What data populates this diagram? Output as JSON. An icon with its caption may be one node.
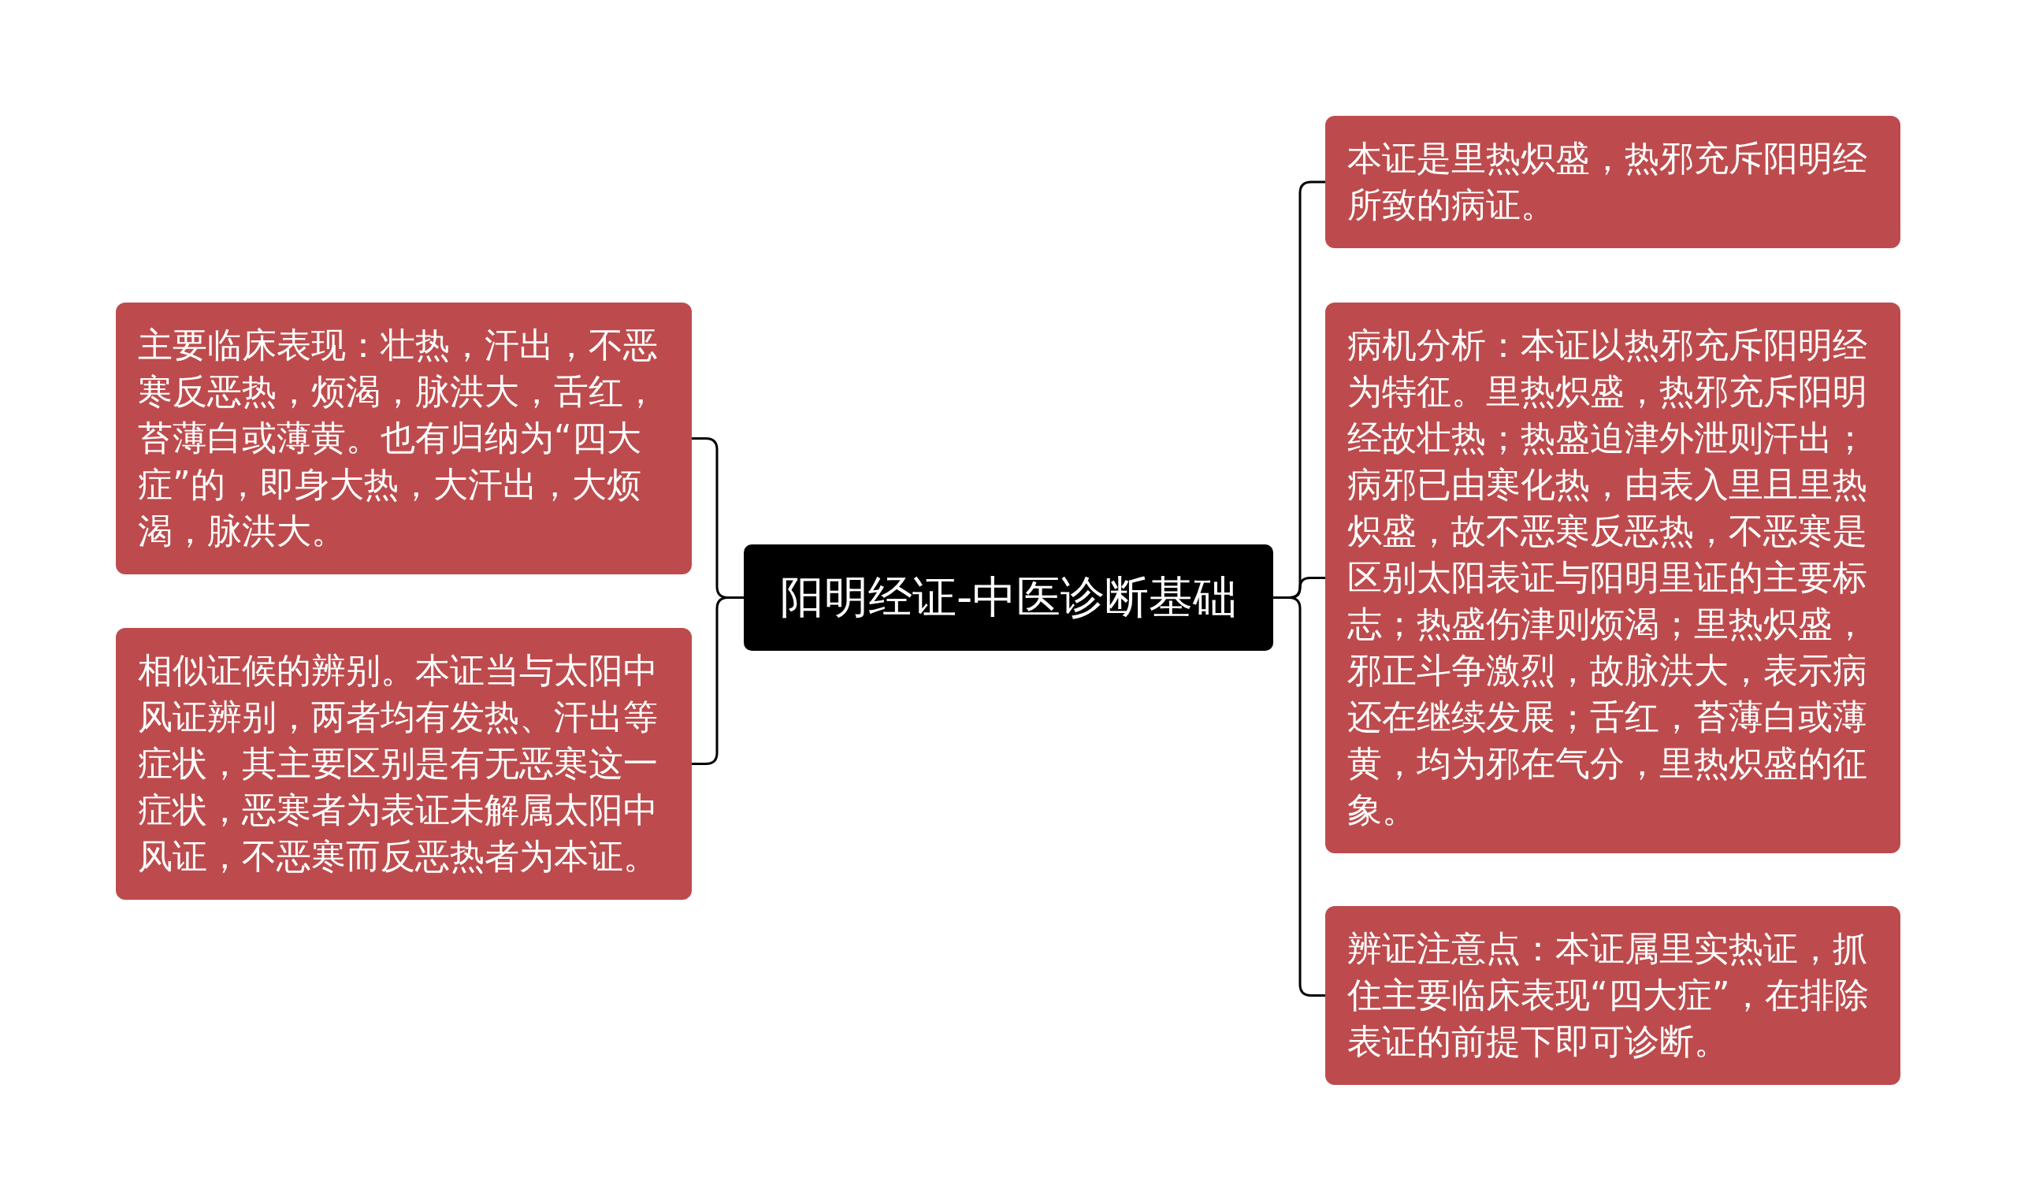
{
  "diagram": {
    "nodes": [
      {
        "text": [
          "阳明经证-中医诊断基础"
        ]
      },
      {
        "text": [
          "主要临床表现：壮热，汗出，不恶寒反恶热，烦渴，脉洪大，舌红，苔薄白或薄黄。也有归纳为“四大症”的，即身大热，大汗出，大烦渴，脉洪大。"
        ]
      },
      {
        "text": [
          "相似证候的辨别。本证当与太阳中风证辨别，两者均有发热、汗出等症状，其主要区别是有无恶寒这一症状，恶寒者为表证未解属太阳中风证，不恶寒而反恶热者为本证。"
        ]
      },
      {
        "text": [
          "本证是里热炽盛，热邪充斥阳明经所致的病证。"
        ]
      },
      {
        "text": [
          "病机分析：本证以热邪充斥阳明经为特征。里热炽盛，热邪充斥阳明经故壮热；热盛迫津外泄则汗出；病邪已由寒化热，由表入里且里热炽盛，故不恶寒反恶热，不恶寒是区别太阳表证与阳明里证的主要标志；热盛伤津则烦渴；里热炽盛，邪正斗争激烈，故脉洪大，表示病还在继续发展；舌红，苔薄白或薄黄，均为邪在气分，里热炽盛的征象。"
        ]
      },
      {
        "text": [
          "辨证注意点：本证属里实热证，抓住主要临床表现“四大症”，在排除表证的前提下即可诊断。"
        ]
      }
    ],
    "edges": [
      {
        "from": 0,
        "to": 1,
        "arrow": "none"
      },
      {
        "from": 0,
        "to": 2,
        "arrow": "none"
      },
      {
        "from": 0,
        "to": 3,
        "arrow": "none"
      },
      {
        "from": 0,
        "to": 4,
        "arrow": "none"
      },
      {
        "from": 0,
        "to": 5,
        "arrow": "none"
      }
    ]
  }
}
